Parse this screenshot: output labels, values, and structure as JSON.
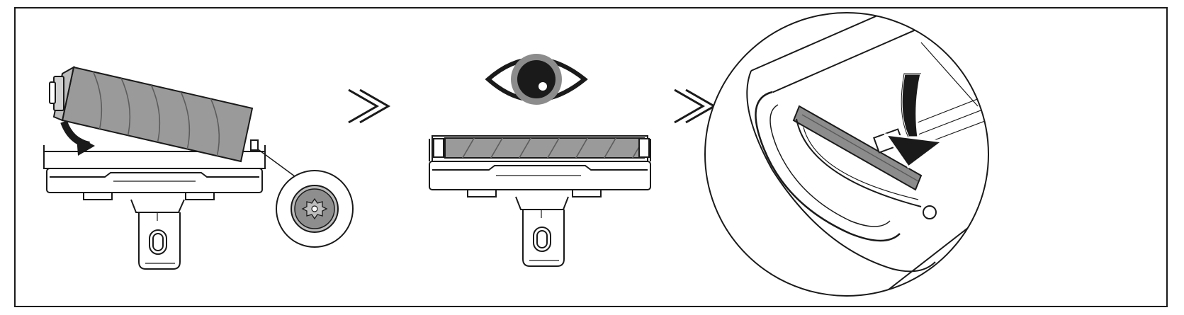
{
  "figure": {
    "steps": [
      {
        "id": "insert-brushroll",
        "icon": "brushroll-insert-illustration"
      },
      {
        "id": "check-seated",
        "icon": "eye-icon"
      },
      {
        "id": "close-end-cap",
        "icon": "end-cap-close-illustration"
      }
    ],
    "separators": [
      "double-chevron-icon",
      "double-chevron-icon"
    ],
    "colors": {
      "line": "#1a1a1a",
      "roller_fill": "#9a9a9a",
      "roller_dark": "#7a7a7a",
      "eye_iris": "#8c8c8c",
      "detail_fill": "#bdbdbd"
    }
  }
}
